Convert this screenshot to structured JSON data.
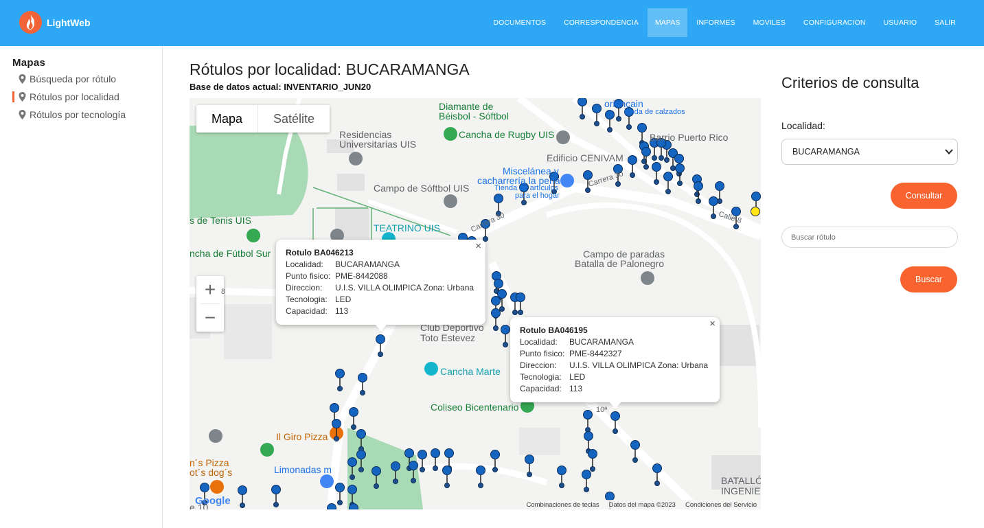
{
  "brand": {
    "name": "LightWeb",
    "accent": "#2ea8f5",
    "orange": "#f9632f"
  },
  "nav": [
    {
      "label": "DOCUMENTOS",
      "active": false
    },
    {
      "label": "CORRESPONDENCIA",
      "active": false
    },
    {
      "label": "MAPAS",
      "active": true
    },
    {
      "label": "INFORMES",
      "active": false
    },
    {
      "label": "MOVILES",
      "active": false
    },
    {
      "label": "CONFIGURACION",
      "active": false
    },
    {
      "label": "USUARIO",
      "active": false
    },
    {
      "label": "SALIR",
      "active": false
    }
  ],
  "sidebar": {
    "title": "Mapas",
    "items": [
      {
        "label": "Búsqueda por rótulo",
        "icon": "map-pin-icon",
        "active": false
      },
      {
        "label": "Rótulos por localidad",
        "icon": "map-pin-icon",
        "active": true
      },
      {
        "label": "Rótulos por tecnología",
        "icon": "map-pin-icon",
        "active": false
      }
    ]
  },
  "main": {
    "title": "Rótulos por localidad: BUCARAMANGA",
    "database": "Base de datos actual: INVENTARIO_JUN20"
  },
  "map": {
    "type_buttons": [
      "Mapa",
      "Satélite"
    ],
    "zoom_in": "+",
    "zoom_out": "−",
    "labels": {
      "diamante": "Diamante de",
      "beisbol": "Béisbol - Sóftbol",
      "residencias1": "Residencias",
      "residencias2": "Universitarias UIS",
      "rugby": "Cancha de Rugby UIS",
      "cenivam": "Edificio CENIVAM",
      "miscelanea1": "Miscelánea y",
      "miscelanea2": "cacharrería la perla",
      "tienda1": "Tienda de artículos",
      "tienda2": "para el hogar",
      "carrera30": "Carrera 30",
      "carrera30b": "Carrera 30",
      "softbol": "Campo de Sóftbol UIS",
      "tenis": "s de Tenis UIS",
      "teatrino": "TEATRINO UIS",
      "futbolsur": "ncha de Fútbol Sur",
      "paradas1": "Campo de paradas",
      "paradas2": "Batalla de Palonegro",
      "club1": "Club Deportivo",
      "club2": "Toto Estevez",
      "marte": "Cancha Marte",
      "coliseo": "Coliseo Bicentenario",
      "giro": "Il Giro Pizza",
      "limonadas": "Limonadas m",
      "pizza1": "n´s Pizza",
      "pizza2": "ot´s dog´s",
      "puerto": "Barrio Puerto Rico",
      "calzados": "ienda de calzados",
      "oriencain": "oriencain",
      "calle8": "Calle 8",
      "batallon1": "BATALLÓ",
      "batallon2": "INGENIEF",
      "e10": "e 10",
      "num8": "8",
      "num10": "10ª"
    },
    "attribution": [
      "Combinaciones de teclas",
      "Datos del mapa ©2023",
      "Condiciones del Servicio"
    ],
    "google": "Google"
  },
  "infowindows": [
    {
      "title": "Rotulo BA046213",
      "rows": [
        {
          "k": "Localidad:",
          "v": "BUCARAMANGA"
        },
        {
          "k": "Punto fisico:",
          "v": "PME-8442088"
        },
        {
          "k": "Direccion:",
          "v": "U.I.S. VILLA OLIMPICA Zona: Urbana"
        },
        {
          "k": "Tecnologia:",
          "v": "LED"
        },
        {
          "k": "Capacidad:",
          "v": "113"
        }
      ]
    },
    {
      "title": "Rotulo BA046195",
      "rows": [
        {
          "k": "Localidad:",
          "v": "BUCARAMANGA"
        },
        {
          "k": "Punto fisico:",
          "v": "PME-8442327"
        },
        {
          "k": "Direccion:",
          "v": "U.I.S. VILLA OLIMPICA Zona: Urbana"
        },
        {
          "k": "Tecnologia:",
          "v": "LED"
        },
        {
          "k": "Capacidad:",
          "v": "113"
        }
      ]
    }
  ],
  "criteria": {
    "title": "Criterios de consulta",
    "localidad_label": "Localidad:",
    "localidad_value": "BUCARAMANGA",
    "consultar": "Consultar",
    "search_placeholder": "Buscar rótulo",
    "buscar": "Buscar"
  }
}
